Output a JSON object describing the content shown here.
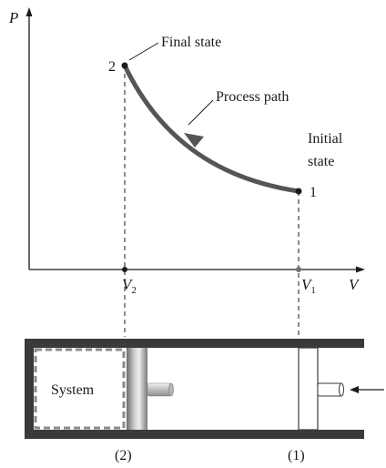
{
  "axes": {
    "y_label": "P",
    "x_label": "V"
  },
  "states": {
    "state_1": {
      "number": "1",
      "caption": "Initial state",
      "caption_lines": [
        "Initial",
        "state"
      ]
    },
    "state_2": {
      "number": "2",
      "caption": "Final state"
    }
  },
  "path": {
    "label": "Process path"
  },
  "volumes": {
    "v2": {
      "symbol": "V",
      "subscript": "2"
    },
    "v1": {
      "symbol": "V",
      "subscript": "1"
    }
  },
  "piston_device": {
    "system_label": "System",
    "position_2_label": "(2)",
    "position_1_label": "(1)"
  },
  "colors": {
    "process_path": "#555555",
    "cylinder_wall": "#3a3a3a",
    "ink": "#1a1a1a"
  },
  "icons": {
    "direction_arrow": "arrow-left-icon",
    "push_arrow": "arrow-left-icon"
  }
}
